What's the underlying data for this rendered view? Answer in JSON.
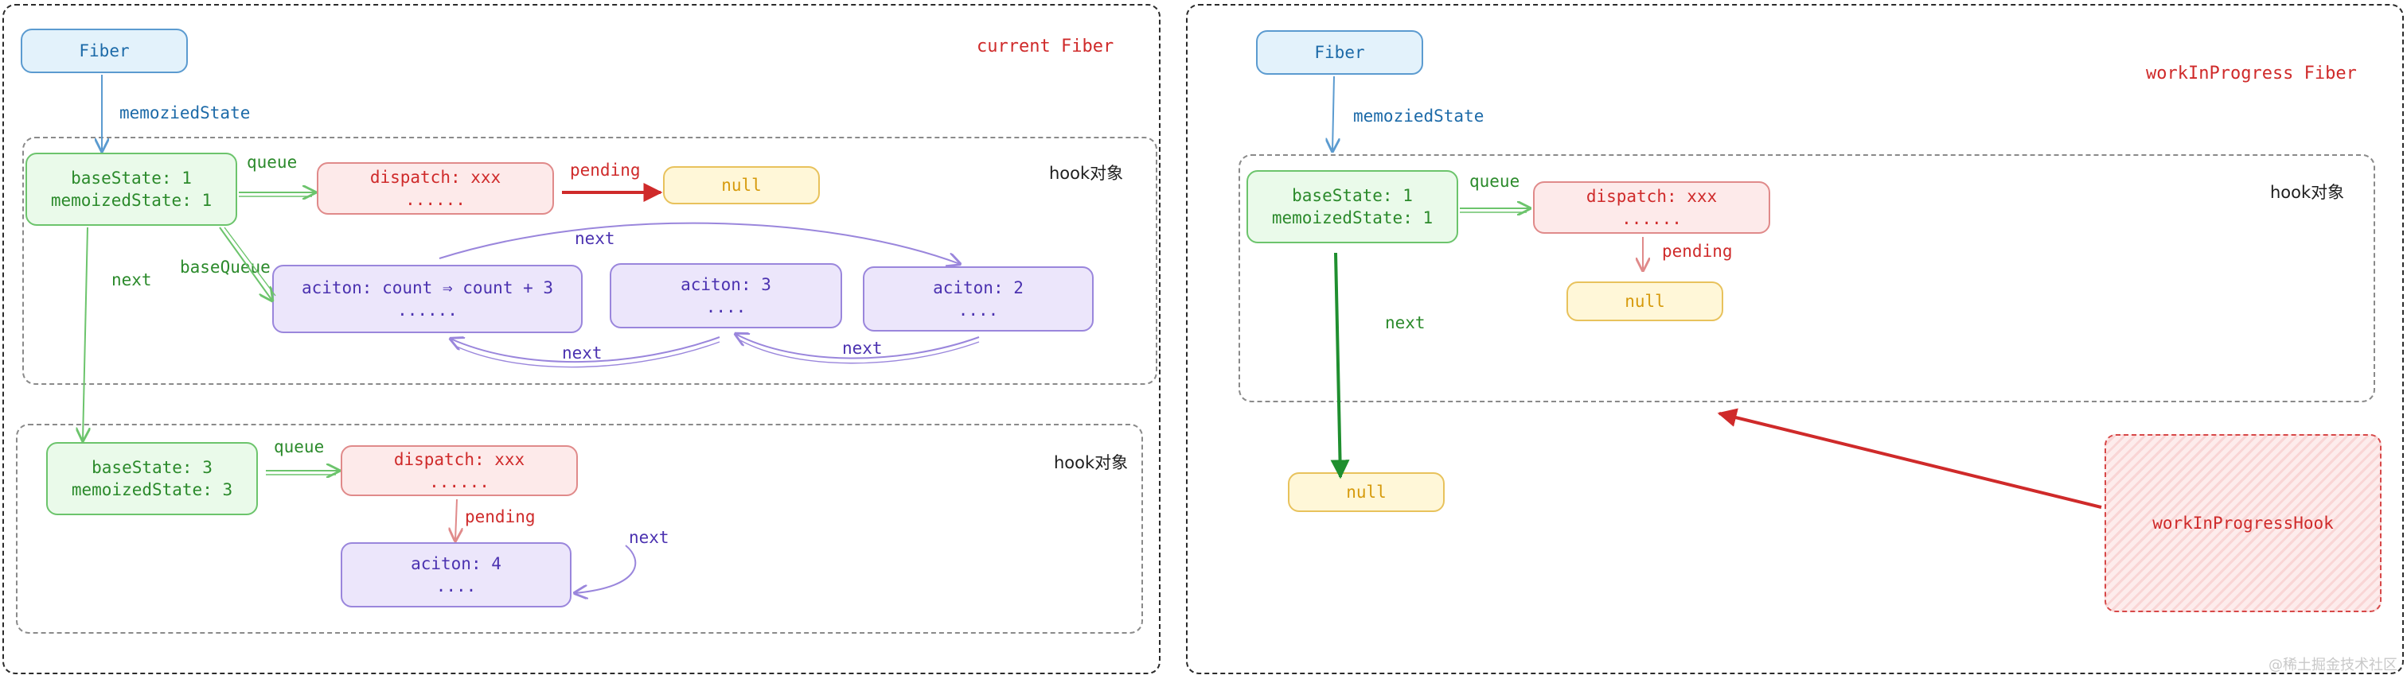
{
  "left": {
    "title": "current Fiber",
    "fiber": "Fiber",
    "memoized_edge": "memoziedState",
    "hook1": {
      "area_label": "hook对象",
      "state_line1": "baseState: 1",
      "state_line2": "memoizedState: 1",
      "queue_edge": "queue",
      "dispatch_line1": "dispatch: xxx",
      "dispatch_line2": "......",
      "pending_edge": "pending",
      "pending_null": "null",
      "base_queue_edge": "baseQueue",
      "action_a_line1": "aciton: count ⇒ count + 3",
      "action_a_line2": "......",
      "action_b_line1": "aciton: 3",
      "action_b_line2": "....",
      "action_c_line1": "aciton: 2",
      "action_c_line2": "....",
      "next_top": "next",
      "next_mid": "next",
      "next_right": "next"
    },
    "hook_next_edge": "next",
    "hook2": {
      "area_label": "hook对象",
      "state_line1": "baseState: 3",
      "state_line2": "memoizedState: 3",
      "queue_edge": "queue",
      "dispatch_line1": "dispatch: xxx",
      "dispatch_line2": "......",
      "pending_edge": "pending",
      "action_line1": "aciton: 4",
      "action_line2": "....",
      "self_next": "next"
    }
  },
  "right": {
    "title": "workInProgress Fiber",
    "fiber": "Fiber",
    "memoized_edge": "memoziedState",
    "hook": {
      "area_label": "hook对象",
      "state_line1": "baseState: 1",
      "state_line2": "memoizedState: 1",
      "queue_edge": "queue",
      "dispatch_line1": "dispatch: xxx",
      "dispatch_line2": "......",
      "pending_edge": "pending",
      "pending_null": "null",
      "next_edge": "next"
    },
    "next_null": "null",
    "wip_hook": "workInProgressHook"
  },
  "watermark": "@稀土掘金技术社区",
  "colors": {
    "fiber": "#5b9bd0",
    "state": "#6cc46c",
    "dispatch": "#e08a8a",
    "null": "#e8c25c",
    "action": "#9a86dc",
    "highlight": "#cf2a2a",
    "next_arrow": "#1f8f2f"
  }
}
